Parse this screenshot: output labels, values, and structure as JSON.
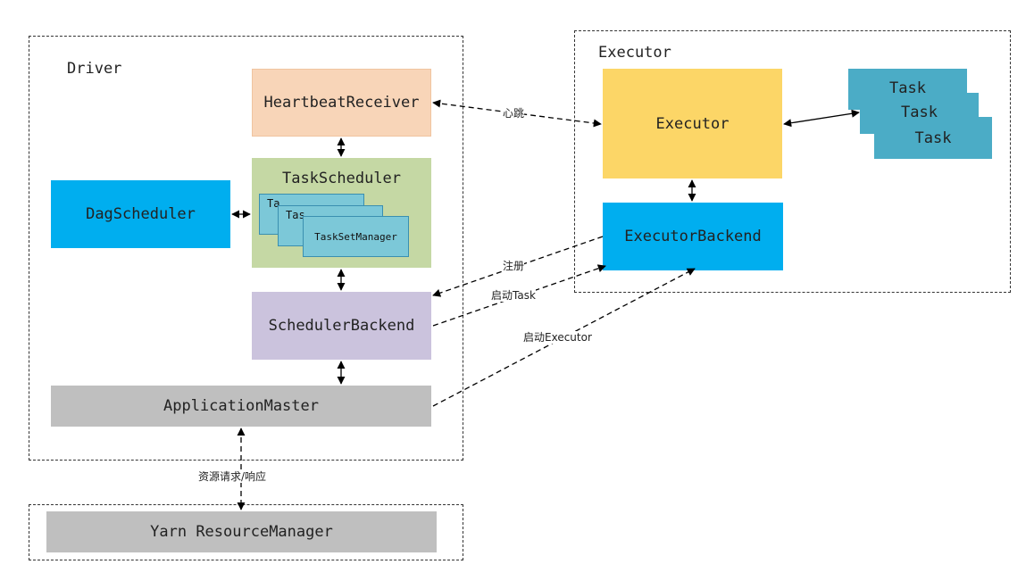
{
  "groups": {
    "driver": "Driver",
    "executor": "Executor"
  },
  "boxes": {
    "heartbeat_receiver": "HeartbeatReceiver",
    "task_scheduler": "TaskScheduler",
    "dag_scheduler": "DagScheduler",
    "scheduler_backend": "SchedulerBackend",
    "application_master": "ApplicationMaster",
    "yarn_resource_manager": "Yarn ResourceManager",
    "executor": "Executor",
    "executor_backend": "ExecutorBackend"
  },
  "task_set_managers": [
    "Ta",
    "Tas",
    "TaskSetManager"
  ],
  "tasks": [
    "Task",
    "Task",
    "Task"
  ],
  "edge_labels": {
    "heartbeat": "心跳",
    "register": "注册",
    "launch_task": "启动Task",
    "launch_executor": "启动Executor",
    "resource_request": "资源请求/响应"
  },
  "colors": {
    "heartbeat_receiver": "#f8d5b8",
    "task_scheduler": "#c5d8a4",
    "dag_scheduler": "#00aeef",
    "scheduler_backend": "#cbc3dd",
    "application_master": "#bfbfbf",
    "yarn_resource_manager": "#bfbfbf",
    "executor": "#fcd667",
    "executor_backend": "#00aeef",
    "task": "#4bacc6",
    "task_set_manager": "#7cc8d8"
  }
}
